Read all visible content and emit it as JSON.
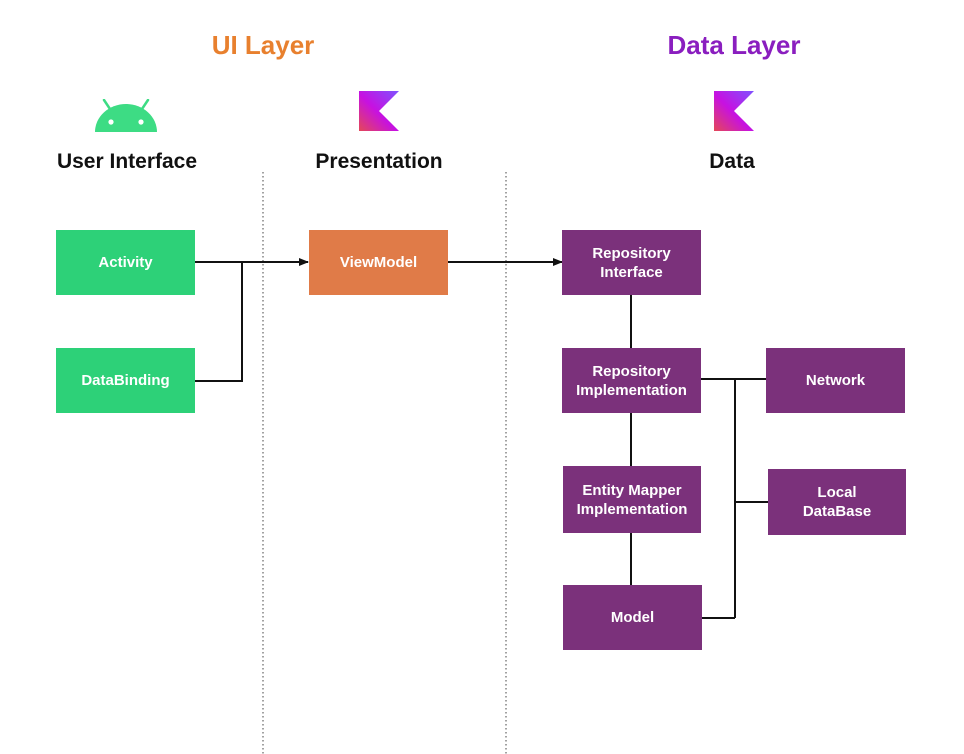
{
  "layers": {
    "ui": {
      "title": "UI Layer",
      "color": "#E8802E"
    },
    "data": {
      "title": "Data Layer",
      "color": "#8A1EBF"
    }
  },
  "columns": {
    "user_interface": {
      "title": "User Interface",
      "icon": "android-icon"
    },
    "presentation": {
      "title": "Presentation",
      "icon": "kotlin-icon"
    },
    "data": {
      "title": "Data",
      "icon": "kotlin-icon"
    }
  },
  "boxes": {
    "activity": {
      "label": "Activity"
    },
    "databinding": {
      "label": "DataBinding"
    },
    "viewmodel": {
      "label": "ViewModel"
    },
    "repo_interface": {
      "line1": "Repository",
      "line2": "Interface"
    },
    "repo_impl": {
      "line1": "Repository",
      "line2": "Implementation"
    },
    "entity_mapper": {
      "line1": "Entity Mapper",
      "line2": "Implementation"
    },
    "model": {
      "label": "Model"
    },
    "network": {
      "label": "Network"
    },
    "local_db": {
      "line1": "Local",
      "line2": "DataBase"
    }
  },
  "colors": {
    "green": "#2DD178",
    "orange": "#E07B48",
    "purple": "#7B317B",
    "android_green": "#3DDC84"
  }
}
